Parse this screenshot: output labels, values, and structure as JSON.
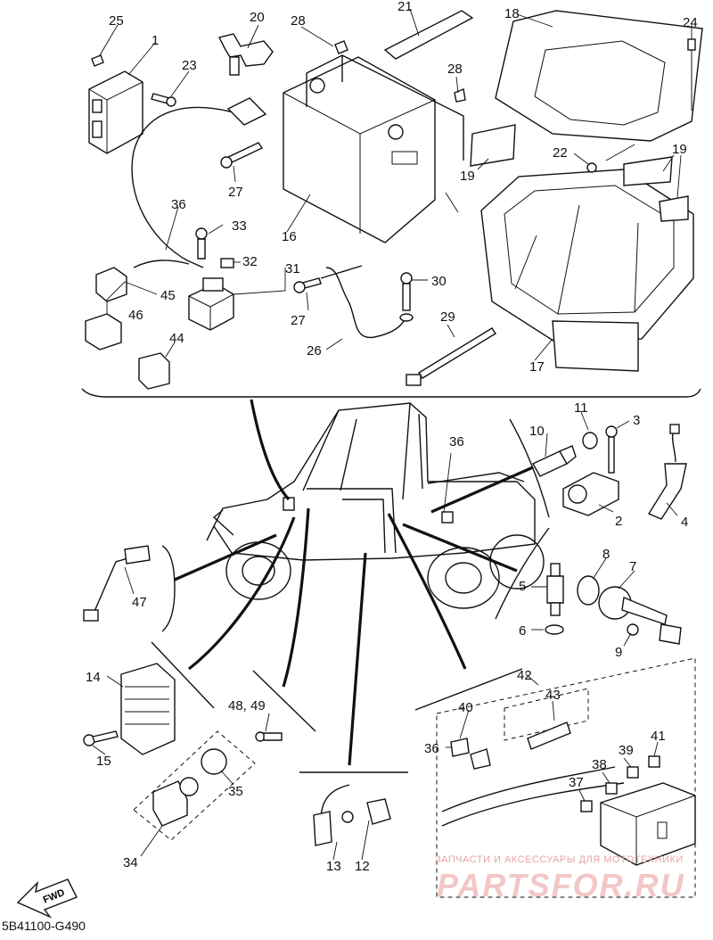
{
  "diagram": {
    "drawing_code": "5B41100-G490",
    "fwd_label": "FWD",
    "watermark": {
      "line1": "ЗАПЧАСТИ И АКСЕССУАРЫ ДЛЯ МОТОТЕХНИКИ",
      "line2": "PARTSFOR.RU"
    }
  },
  "callouts": {
    "c1": "1",
    "c2": "2",
    "c3": "3",
    "c4": "4",
    "c5": "5",
    "c6": "6",
    "c7": "7",
    "c8": "8",
    "c9": "9",
    "c10": "10",
    "c11": "11",
    "c12": "12",
    "c13": "13",
    "c14": "14",
    "c15": "15",
    "c16": "16",
    "c17": "17",
    "c18": "18",
    "c19a": "19",
    "c19b": "19",
    "c20": "20",
    "c21": "21",
    "c22": "22",
    "c23": "23",
    "c24": "24",
    "c25": "25",
    "c26": "26",
    "c27a": "27",
    "c27b": "27",
    "c28a": "28",
    "c28b": "28",
    "c29": "29",
    "c30": "30",
    "c31": "31",
    "c32": "32",
    "c33": "33",
    "c34": "34",
    "c35": "35",
    "c36a": "36",
    "c36b": "36",
    "c36c": "36",
    "c37": "37",
    "c38": "38",
    "c39": "39",
    "c40": "40",
    "c41": "41",
    "c42": "42",
    "c43": "43",
    "c44": "44",
    "c45": "45",
    "c46": "46",
    "c47": "47",
    "c4849": "48, 49"
  }
}
